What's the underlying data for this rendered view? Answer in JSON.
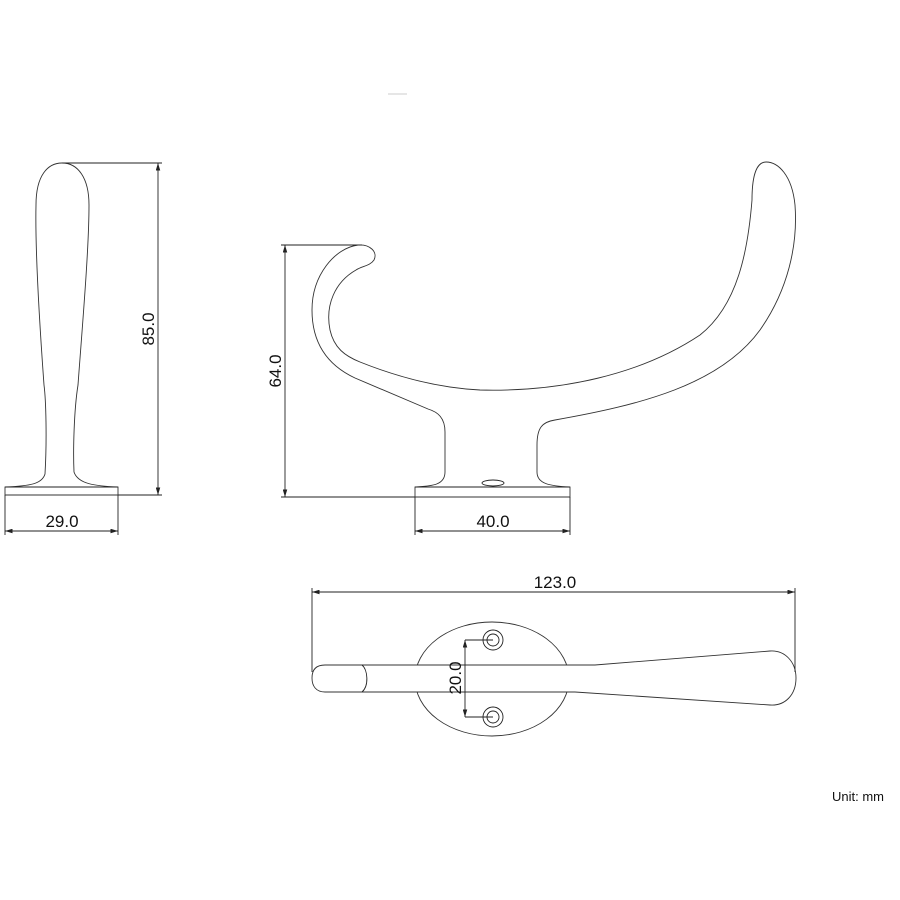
{
  "drawing": {
    "unit_label": "Unit: mm",
    "side_view": {
      "height": "85.0",
      "width": "29.0"
    },
    "front_view": {
      "height": "64.0",
      "base_width": "40.0"
    },
    "top_view": {
      "length": "123.0",
      "hole_spacing": "20.0"
    },
    "line_color": "#222222"
  }
}
